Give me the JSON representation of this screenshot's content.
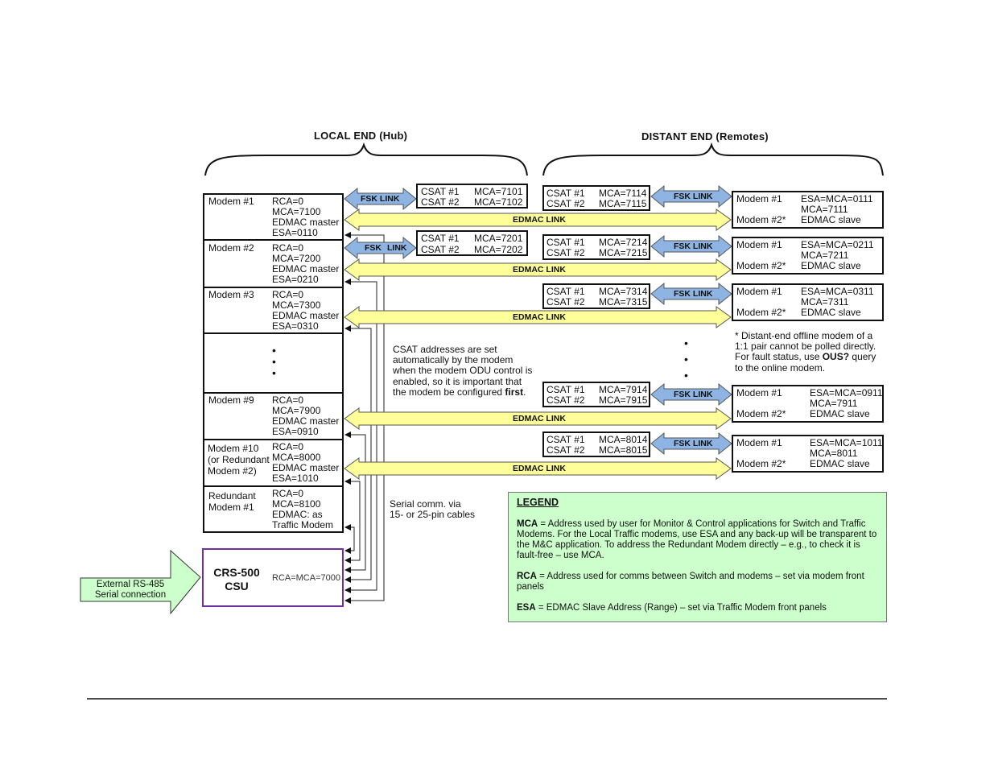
{
  "headers": {
    "local": "LOCAL END (Hub)",
    "distant": "DISTANT END (Remotes)"
  },
  "local_modems": [
    {
      "name": [
        "Modem #1"
      ],
      "lines": [
        "RCA=0",
        "MCA=7100",
        "EDMAC master",
        "ESA=0110"
      ]
    },
    {
      "name": [
        "Modem #2"
      ],
      "lines": [
        "RCA=0",
        "MCA=7200",
        "EDMAC master",
        "ESA=0210"
      ]
    },
    {
      "name": [
        "Modem #3"
      ],
      "lines": [
        "RCA=0",
        "MCA=7300",
        "EDMAC master",
        "ESA=0310"
      ]
    },
    {
      "name": [
        "Modem #9"
      ],
      "lines": [
        "RCA=0",
        "MCA=7900",
        "EDMAC master",
        "ESA=0910"
      ]
    },
    {
      "name": [
        "Modem #10",
        "(or Redundant",
        "Modem #2)"
      ],
      "lines": [
        "RCA=0",
        "MCA=8000",
        "EDMAC master",
        "ESA=1010"
      ]
    },
    {
      "name": [
        "Redundant",
        "Modem #1"
      ],
      "lines": [
        "RCA=0",
        "MCA=8100",
        "EDMAC: as",
        "Traffic Modem"
      ]
    }
  ],
  "ellipsis": "•",
  "local_csats": [
    {
      "c1": "CSAT #1",
      "m1": "MCA=7101",
      "c2": "CSAT #2",
      "m2": "MCA=7102"
    },
    {
      "c1": "CSAT #1",
      "m1": "MCA=7201",
      "c2": "CSAT #2",
      "m2": "MCA=7202"
    }
  ],
  "remote_csats": [
    {
      "c1": "CSAT #1",
      "m1": "MCA=7114",
      "c2": "CSAT #2",
      "m2": "MCA=7115"
    },
    {
      "c1": "CSAT #1",
      "m1": "MCA=7214",
      "c2": "CSAT #2",
      "m2": "MCA=7215"
    },
    {
      "c1": "CSAT #1",
      "m1": "MCA=7314",
      "c2": "CSAT #2",
      "m2": "MCA=7315"
    },
    {
      "c1": "CSAT #1",
      "m1": "MCA=7914",
      "c2": "CSAT #2",
      "m2": "MCA=7915"
    },
    {
      "c1": "CSAT #1",
      "m1": "MCA=8014",
      "c2": "CSAT #2",
      "m2": "MCA=8015"
    }
  ],
  "remote_modems": [
    {
      "m1": "Modem #1",
      "m2": "Modem #2*",
      "esa": "ESA=MCA=0111",
      "mca": "MCA=7111",
      "role": "EDMAC slave"
    },
    {
      "m1": "Modem #1",
      "m2": "Modem #2*",
      "esa": "ESA=MCA=0211",
      "mca": "MCA=7211",
      "role": "EDMAC slave"
    },
    {
      "m1": "Modem #1",
      "m2": "Modem #2*",
      "esa": "ESA=MCA=0311",
      "mca": "MCA=7311",
      "role": "EDMAC slave"
    },
    {
      "m1": "Modem #1",
      "m2": "Modem #2*",
      "esa": "ESA=MCA=0911",
      "mca": "MCA=7911",
      "role": "EDMAC slave"
    },
    {
      "m1": "Modem #1",
      "m2": "Modem #2*",
      "esa": "ESA=MCA=1011",
      "mca": "MCA=8011",
      "role": "EDMAC slave"
    }
  ],
  "links": {
    "fsk": "FSK LINK",
    "fsk_split": [
      "FSK",
      "LINK"
    ],
    "edmac": "EDMAC LINK"
  },
  "notes": {
    "csat": [
      "CSAT addresses are set",
      "automatically by the modem",
      "when the modem ODU control is",
      "enabled, so it is important that",
      "the modem be configured "
    ],
    "csat_bold": "first",
    "csat_end": ".",
    "offline": [
      "* Distant-end offline modem of a",
      "1:1 pair cannot be polled directly.",
      "For fault status, use "
    ],
    "offline_bold": "OUS?",
    "offline_tail": " query",
    "offline_last": "to the online modem.",
    "serial": [
      "Serial comm. via",
      "15- or 25-pin cables"
    ]
  },
  "csu": {
    "name": [
      "CRS-500",
      "CSU"
    ],
    "address": "RCA=MCA=7000"
  },
  "external": [
    "External RS-485",
    "Serial connection"
  ],
  "legend": {
    "title": "LEGEND",
    "items": [
      {
        "term": "MCA",
        "text": " = Address used by user for Monitor & Control applications for Switch and Traffic Modems. For the Local Traffic modems, use ESA and any back-up will be transparent to the M&C application. To address the Redundant Modem directly – e.g., to check it is fault-free – use MCA."
      },
      {
        "term": "RCA",
        "text": " = Address used for comms between Switch and modems – set via modem front panels"
      },
      {
        "term": "ESA",
        "text": " = EDMAC Slave Address (Range) – set via Traffic Modem front panels"
      }
    ]
  },
  "colors": {
    "fsk_fill": "#8db4e2",
    "edmac_fill": "#ffff99",
    "legend_fill": "#ccffcc",
    "csu_border": "#7030a0",
    "external_fill": "#ccffcc"
  }
}
